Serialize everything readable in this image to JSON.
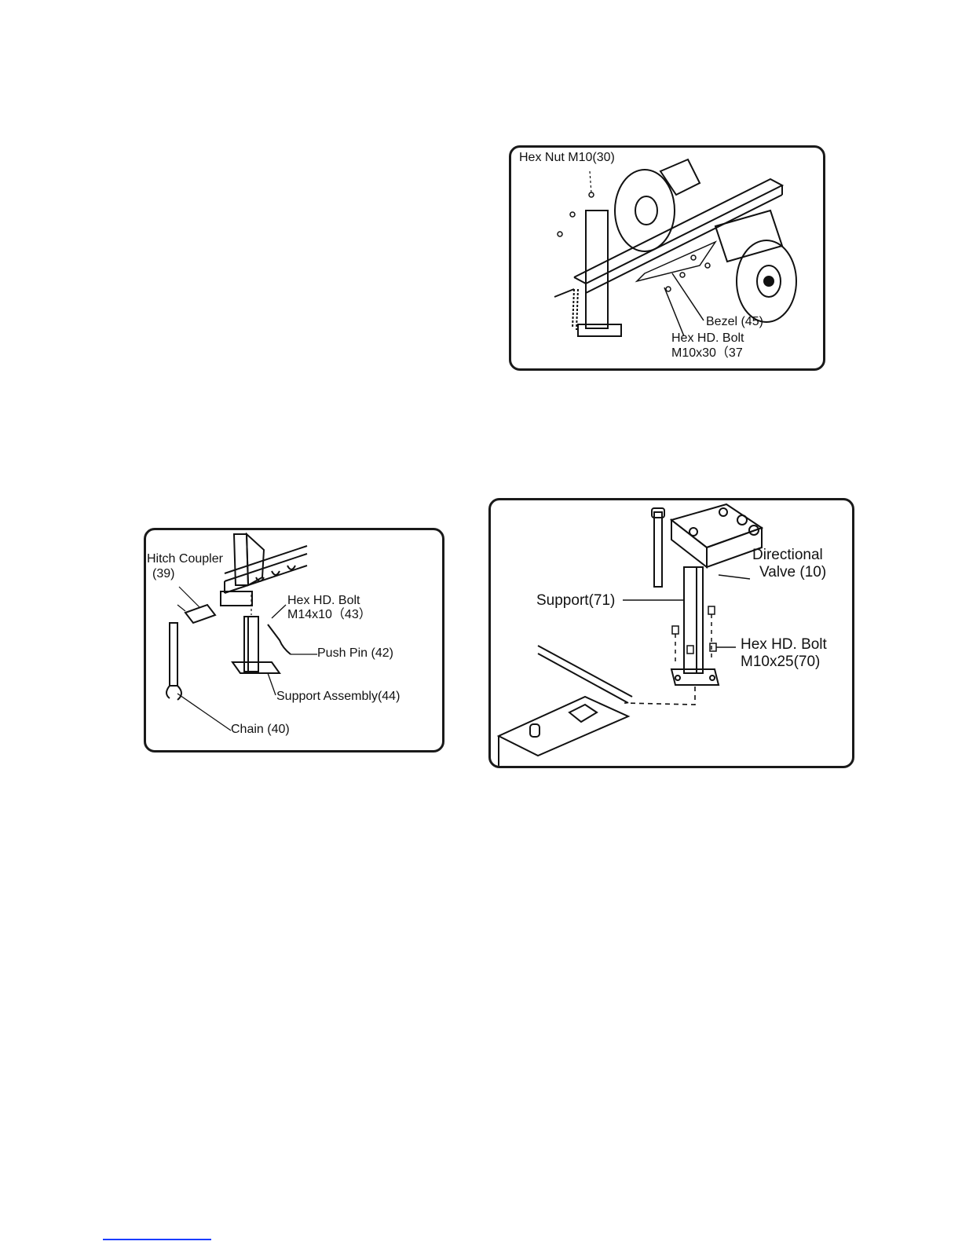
{
  "panels": {
    "top_right": {
      "labels": {
        "hex_nut": "Hex Nut M10(30)",
        "bezel": "Bezel (45)",
        "hex_bolt_line1": "Hex HD. Bolt",
        "hex_bolt_line2": "M10x30（37"
      }
    },
    "bottom_left": {
      "labels": {
        "hitch_coupler_line1": "Hitch Coupler",
        "hitch_coupler_line2": "(39)",
        "hex_bolt_line1": "Hex HD. Bolt",
        "hex_bolt_line2": "M14x10（43）",
        "push_pin": "Push Pin (42)",
        "support_assembly": "Support Assembly(44)",
        "chain": "Chain (40)"
      }
    },
    "bottom_right": {
      "labels": {
        "directional_valve_line1": "Directional",
        "directional_valve_line2": "Valve (10)",
        "support": "Support(71)",
        "hex_bolt_line1": "Hex HD. Bolt",
        "hex_bolt_line2": "M10x25(70)"
      }
    }
  }
}
